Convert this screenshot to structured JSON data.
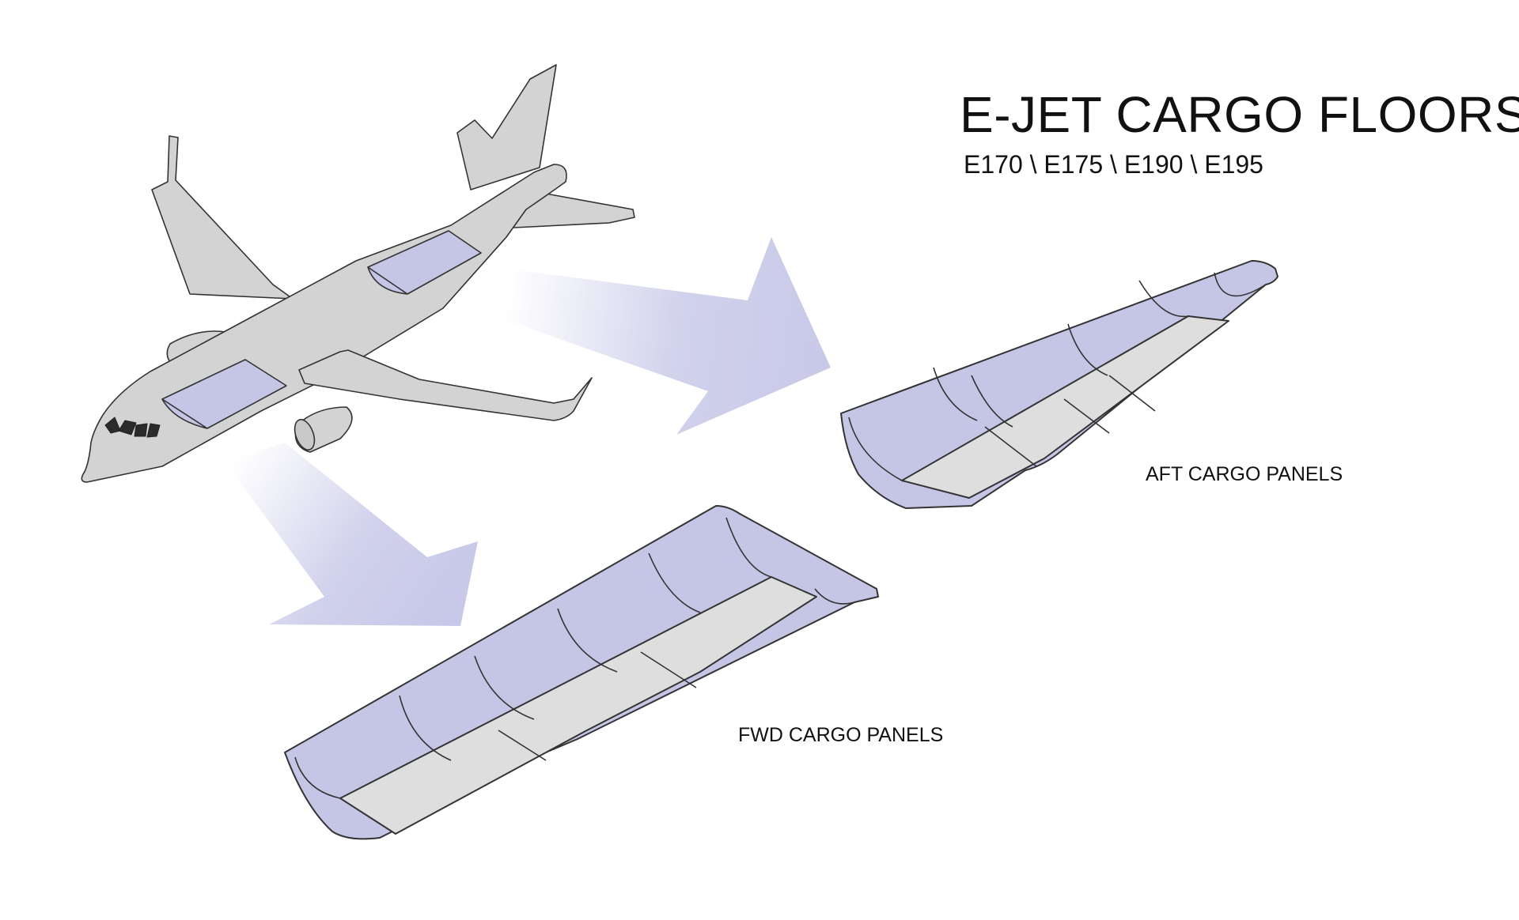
{
  "diagram": {
    "title": "E-JET CARGO FLOORS",
    "subtitle": "E170 \\ E175 \\ E190 \\ E195",
    "labels": {
      "aft": "AFT CARGO PANELS",
      "fwd": "FWD CARGO PANELS"
    },
    "colors": {
      "panel_fill": "#c5c6e6",
      "floor_fill": "#dedede",
      "aircraft_fill": "#d3d3d3",
      "window_fill": "#2b2b2b",
      "arrow_fill": "#c8c9e8",
      "outline": "#333333"
    }
  }
}
